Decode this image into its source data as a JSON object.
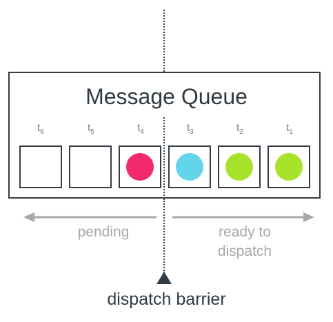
{
  "queue": {
    "title": "Message Queue",
    "slots": [
      {
        "label": "t",
        "sub": "6",
        "filled": false,
        "color": ""
      },
      {
        "label": "t",
        "sub": "5",
        "filled": false,
        "color": ""
      },
      {
        "label": "t",
        "sub": "4",
        "filled": true,
        "color": "#f22a6b"
      },
      {
        "label": "t",
        "sub": "3",
        "filled": true,
        "color": "#63d4ea"
      },
      {
        "label": "t",
        "sub": "2",
        "filled": true,
        "color": "#a7e32b"
      },
      {
        "label": "t",
        "sub": "1",
        "filled": true,
        "color": "#a7e32b"
      }
    ]
  },
  "arrows": {
    "left_label": "pending",
    "right_label_line1": "ready to",
    "right_label_line2": "dispatch",
    "color": "#a8a8a8"
  },
  "barrier": {
    "label": "dispatch barrier",
    "color": "#333c44"
  }
}
